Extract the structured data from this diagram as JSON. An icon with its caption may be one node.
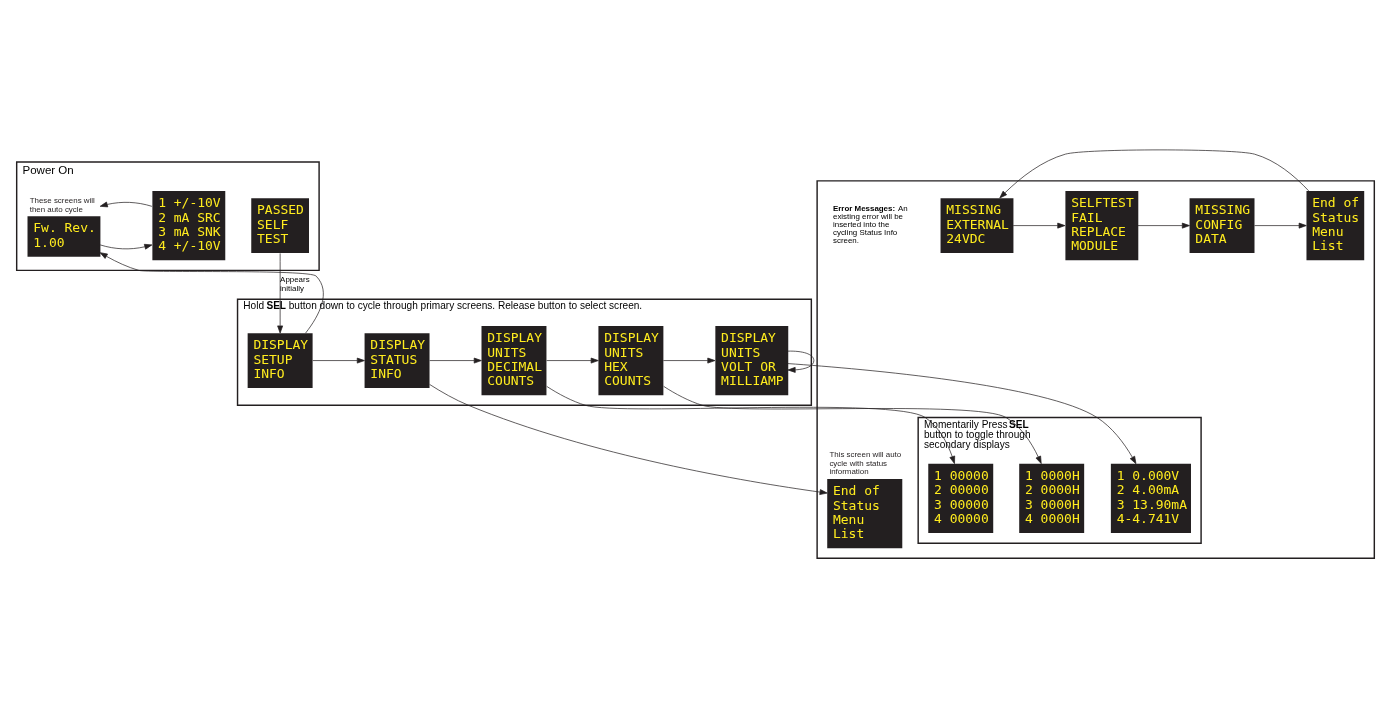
{
  "diagram": {
    "nodes": [
      {
        "text": [
          "Power On"
        ]
      },
      {
        "text": [
          "PASSED",
          "SELF",
          "TEST"
        ],
        "in": 0
      },
      {
        "text": [
          "Fw. Rev.",
          "1.00"
        ],
        "in": 0,
        "beside": [
          "These screens will then auto cycle"
        ]
      },
      {
        "text": [
          "1 +/-10V",
          "2 mA SRC",
          "3 mA SNK",
          "4 +/-10V"
        ],
        "in": 0
      },
      {
        "text": [
          "Hold **SEL** button down to cycle through primary screens. Release button to select screen."
        ]
      },
      {
        "text": [
          "DISPLAY",
          "SETUP",
          "INFO"
        ],
        "in": 4
      },
      {
        "text": [
          "DISPLAY",
          "STATUS",
          "INFO"
        ],
        "in": 4
      },
      {
        "text": [
          "DISPLAY",
          "UNITS",
          "DECIMAL",
          "COUNTS"
        ],
        "in": 4
      },
      {
        "text": [
          "DISPLAY",
          "UNITS",
          "HEX",
          "COUNTS"
        ],
        "in": 4
      },
      {
        "text": [
          "DISPLAY",
          "UNITS",
          "VOLT OR",
          "MILLIAMP"
        ],
        "in": 4
      },
      {
        "text": [],
        "shape": "box"
      },
      {
        "text": [
          "End of",
          "Status",
          "Menu",
          "List"
        ],
        "in": 10,
        "beside": [
          "This screen will auto cycle with status information"
        ]
      },
      {
        "text": [
          "Momentarily Press **SEL** button to toggle through secondary displays"
        ],
        "in": 10
      },
      {
        "text": [
          "1 00000",
          "2 00000",
          "3 00000",
          "4 00000"
        ],
        "in": 12
      },
      {
        "text": [
          "1 0000H",
          "2 0000H",
          "3 0000H",
          "4 0000H"
        ],
        "in": 12
      },
      {
        "text": [
          "1 0.000V",
          "2 4.00mA",
          "3 13.90mA",
          "4-4.741V"
        ],
        "in": 12
      },
      {
        "text": [
          "MISSING",
          "EXTERNAL",
          "24VDC"
        ],
        "in": 10
      },
      {
        "text": [
          "SELFTEST",
          "FAIL",
          "REPLACE",
          "MODULE"
        ],
        "in": 10
      },
      {
        "text": [
          "MISSING",
          "CONFIG",
          "DATA"
        ],
        "in": 10
      },
      {
        "text": [
          "End of",
          "Status",
          "Menu",
          "List"
        ],
        "in": 10
      }
    ],
    "edges": [
      {
        "from": 1,
        "to": 5,
        "arrow": "to",
        "label": "Appears initially"
      },
      {
        "from": 5,
        "to": 6,
        "arrow": "to"
      },
      {
        "from": 6,
        "to": 7,
        "arrow": "to"
      },
      {
        "from": 7,
        "to": 8,
        "arrow": "to"
      },
      {
        "from": 8,
        "to": 9,
        "arrow": "to"
      },
      {
        "from": 9,
        "to": 9,
        "arrow": "to"
      },
      {
        "from": 5,
        "to": 2,
        "arrow": "to"
      },
      {
        "from": 6,
        "to": 11,
        "arrow": "to"
      },
      {
        "from": 2,
        "to": 3,
        "arrow": "to"
      },
      {
        "from": 3,
        "to": 2,
        "arrow": "to"
      },
      {
        "from": 7,
        "to": 13,
        "arrow": "to"
      },
      {
        "from": 8,
        "to": 14,
        "arrow": "to"
      },
      {
        "from": 9,
        "to": 15,
        "arrow": "to"
      },
      {
        "from": 16,
        "to": 17,
        "arrow": "to"
      },
      {
        "from": 17,
        "to": 18,
        "arrow": "to"
      },
      {
        "from": 18,
        "to": 19,
        "arrow": "to"
      },
      {
        "from": 19,
        "to": 16,
        "arrow": "to"
      }
    ],
    "labels": [
      "**Error Messages:** An existing error will be inserted into the cycling Status Info screen."
    ]
  }
}
